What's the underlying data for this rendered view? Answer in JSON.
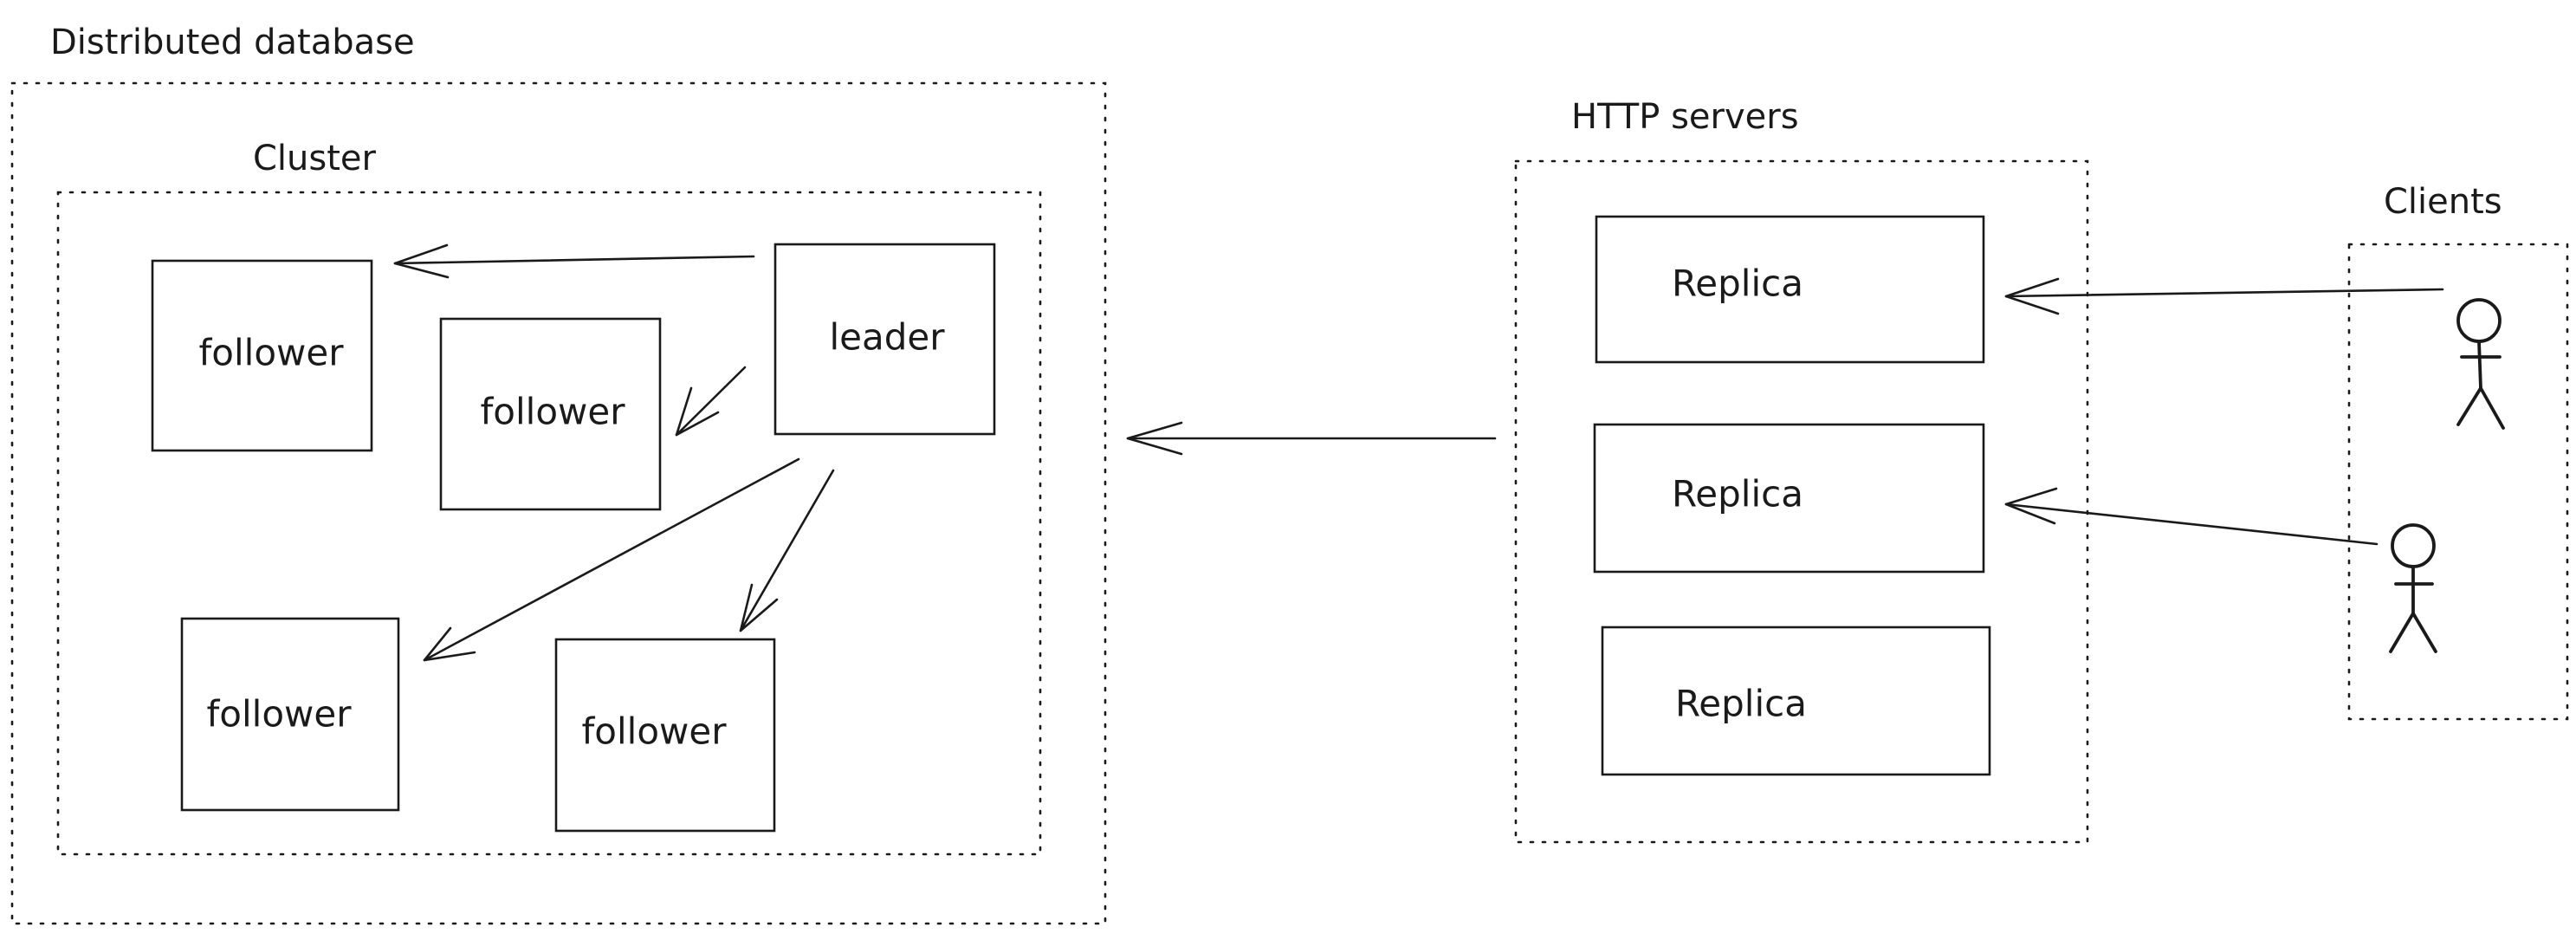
{
  "groups": {
    "distributed_database": "Distributed database",
    "cluster": "Cluster",
    "http_servers": "HTTP servers",
    "clients": "Clients"
  },
  "nodes": {
    "leader": "leader",
    "follower_top_left": "follower",
    "follower_top_mid": "follower",
    "follower_bottom_left": "follower",
    "follower_bottom_mid": "follower",
    "replica_1": "Replica",
    "replica_2": "Replica",
    "replica_3": "Replica"
  },
  "colors": {
    "stroke": "#1a1a1a",
    "background": "#ffffff"
  },
  "icons": [
    "stick-figure-icon",
    "stick-figure-icon"
  ]
}
